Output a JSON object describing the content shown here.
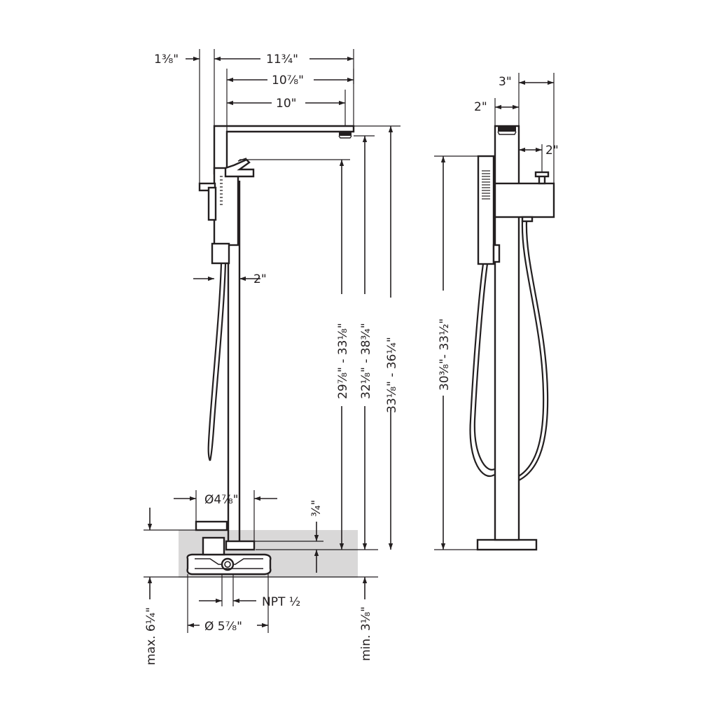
{
  "colors": {
    "line": "#231f20",
    "floor_fill": "#d9d8d8",
    "background": "#ffffff"
  },
  "front_view": {
    "dims": {
      "offset_top": "1³⁄₈\"",
      "spout_reach_overall": "11³⁄₄\"",
      "spout_reach_mid": "10⁷⁄₈\"",
      "spout_reach_inner": "10\"",
      "column_width": "2\"",
      "height_handle": "29⁷⁄₈\" - 33¹⁄₈\"",
      "height_spout_outlet": "32¹⁄₈\" - 38³⁄₄\"",
      "height_top": "33¹⁄₈\" - 36¹⁄₄\"",
      "flange_diameter": "Ø4⁷⁄₈\"",
      "flange_height": "³⁄₄\"",
      "inlet_thread": "NPT ¹⁄₂",
      "rough_diameter": "Ø 5⁷⁄₈\"",
      "max_depth": "max. 6¹⁄₄\"",
      "min_depth": "min. 3¹⁄₈\""
    }
  },
  "side_view": {
    "dims": {
      "depth_body": "3\"",
      "column_width": "2\"",
      "handle_offset": "2\"",
      "handshower_height": "30³⁄₈\"- 33¹⁄₂\""
    }
  }
}
